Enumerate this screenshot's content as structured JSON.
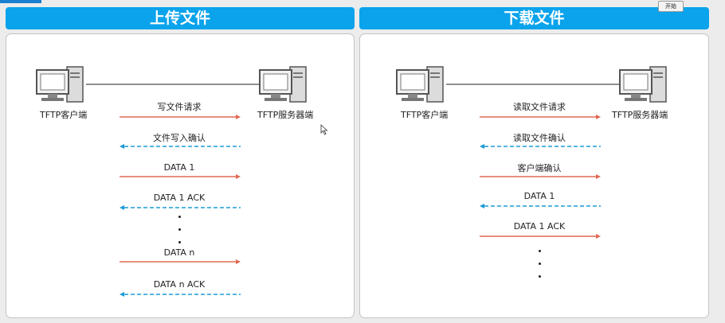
{
  "start_button": "开始",
  "colors": {
    "header_bg": "#0aa3ec",
    "request_arrow": "#e06a55",
    "response_arrow": "#1b9bd6",
    "link_line": "#222222"
  },
  "upload": {
    "title": "上传文件",
    "client_label": "TFTP客户端",
    "server_label": "TFTP服务器端",
    "messages": [
      {
        "label": "写文件请求",
        "direction": "to-server",
        "style": "solid"
      },
      {
        "label": "文件写入确认",
        "direction": "to-client",
        "style": "dashed"
      },
      {
        "label": "DATA 1",
        "direction": "to-server",
        "style": "solid"
      },
      {
        "label": "DATA 1 ACK",
        "direction": "to-client",
        "style": "dashed"
      },
      {
        "label": "DATA n",
        "direction": "to-server",
        "style": "solid"
      },
      {
        "label": "DATA n ACK",
        "direction": "to-client",
        "style": "dashed"
      }
    ]
  },
  "download": {
    "title": "下载文件",
    "client_label": "TFTP客户端",
    "server_label": "TFTP服务器端",
    "messages": [
      {
        "label": "读取文件请求",
        "direction": "to-server",
        "style": "solid"
      },
      {
        "label": "读取文件确认",
        "direction": "to-client",
        "style": "dashed"
      },
      {
        "label": "客户端确认",
        "direction": "to-server",
        "style": "solid"
      },
      {
        "label": "DATA 1",
        "direction": "to-client",
        "style": "dashed"
      },
      {
        "label": "DATA 1 ACK",
        "direction": "to-server",
        "style": "solid"
      }
    ]
  }
}
